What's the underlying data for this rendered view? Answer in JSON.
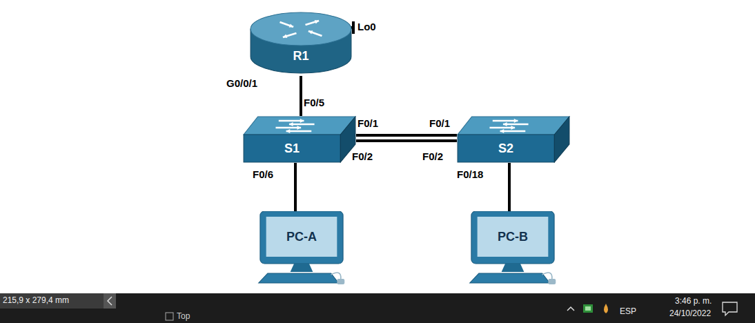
{
  "diagram": {
    "nodes": [
      {
        "text": [
          "R1"
        ]
      },
      {
        "text": [
          "S1"
        ]
      },
      {
        "text": [
          "S2"
        ]
      },
      {
        "text": [
          "PC-A"
        ]
      },
      {
        "text": [
          "PC-B"
        ]
      }
    ],
    "edges": [
      {
        "from": 0,
        "to": 1,
        "arrow": "none"
      },
      {
        "from": 1,
        "to": 2,
        "arrow": "none"
      },
      {
        "from": 1,
        "to": 2,
        "arrow": "none"
      },
      {
        "from": 1,
        "to": 3,
        "arrow": "none"
      },
      {
        "from": 2,
        "to": 4,
        "arrow": "none"
      }
    ],
    "labels": [
      "Lo0",
      "G0/0/1",
      "F0/5",
      "F0/1",
      "F0/1",
      "F0/2",
      "F0/2",
      "F0/6",
      "F0/18",
      "215,9 x 279,4 mm",
      "Top",
      "ESP",
      "3:46 p. m.",
      "24/10/2022"
    ]
  }
}
